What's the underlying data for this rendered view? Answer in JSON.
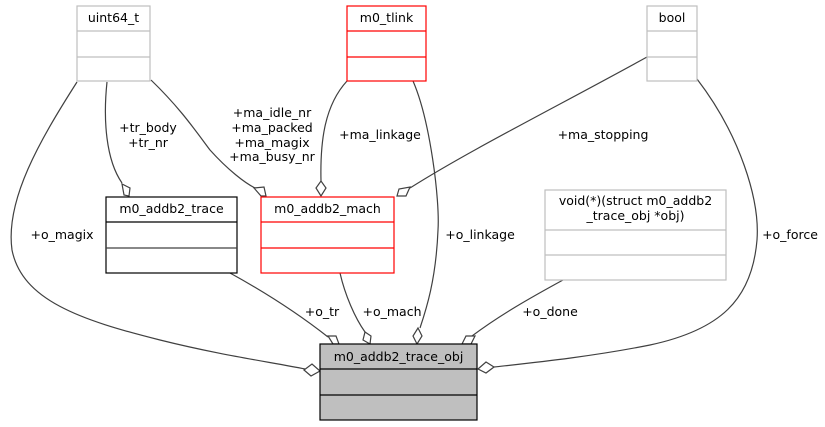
{
  "diagram": {
    "type": "collaboration-diagram",
    "nodes": [
      {
        "id": "uint64_t",
        "title_lines": [
          "uint64_t"
        ],
        "style": "gray"
      },
      {
        "id": "m0_tlink",
        "title_lines": [
          "m0_tlink"
        ],
        "style": "red"
      },
      {
        "id": "bool",
        "title_lines": [
          "bool"
        ],
        "style": "gray"
      },
      {
        "id": "m0_addb2_trace",
        "title_lines": [
          "m0_addb2_trace"
        ],
        "style": "black"
      },
      {
        "id": "m0_addb2_mach",
        "title_lines": [
          "m0_addb2_mach"
        ],
        "style": "red"
      },
      {
        "id": "done_fn",
        "title_lines": [
          "void(*)(struct m0_addb2",
          "_trace_obj *obj)"
        ],
        "style": "gray"
      },
      {
        "id": "m0_addb2_trace_obj",
        "title_lines": [
          "m0_addb2_trace_obj"
        ],
        "style": "filled"
      }
    ],
    "edges": [
      {
        "from": "uint64_t",
        "to": "m0_addb2_trace_obj",
        "labels": [
          "+o_magix"
        ]
      },
      {
        "from": "uint64_t",
        "to": "m0_addb2_trace",
        "labels": [
          "+tr_body",
          "+tr_nr"
        ]
      },
      {
        "from": "uint64_t",
        "to": "m0_addb2_mach",
        "labels": [
          "+ma_idle_nr",
          "+ma_packed",
          "+ma_magix",
          "+ma_busy_nr"
        ]
      },
      {
        "from": "m0_tlink",
        "to": "m0_addb2_mach",
        "labels": [
          "+ma_linkage"
        ]
      },
      {
        "from": "m0_tlink",
        "to": "m0_addb2_trace_obj",
        "labels": [
          "+o_linkage"
        ]
      },
      {
        "from": "bool",
        "to": "m0_addb2_mach",
        "labels": [
          "+ma_stopping"
        ]
      },
      {
        "from": "bool",
        "to": "m0_addb2_trace_obj",
        "labels": [
          "+o_force"
        ]
      },
      {
        "from": "m0_addb2_trace",
        "to": "m0_addb2_trace_obj",
        "labels": [
          "+o_tr"
        ]
      },
      {
        "from": "m0_addb2_mach",
        "to": "m0_addb2_trace_obj",
        "labels": [
          "+o_mach"
        ]
      },
      {
        "from": "done_fn",
        "to": "m0_addb2_trace_obj",
        "labels": [
          "+o_done"
        ]
      }
    ],
    "colors": {
      "gray_border": "#bfbfbf",
      "red_border": "#ff0000",
      "black_border": "#000000",
      "filled_bg": "#bfbfbf",
      "edge": "#404040"
    }
  }
}
